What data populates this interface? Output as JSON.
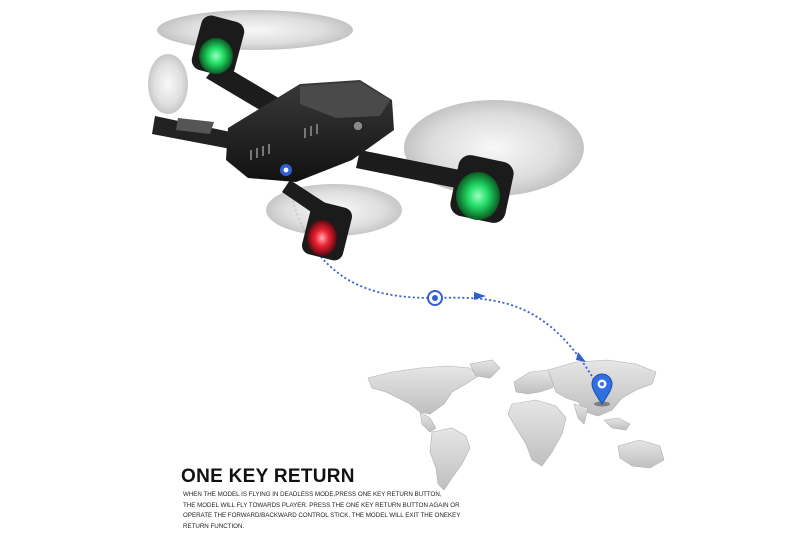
{
  "headline": "ONE KEY RETURN",
  "description_lines": [
    "WHEN THE MODEL IS FLYING IN DEADLESS MODE,PRESS ONE KEY RETURN BUTTON,",
    "THE MODEL WILL FLY TOWARDS PLAYER. PRESS THE ONE KEY RETURN BUTTON AGAIN OR",
    "OPERATE THE FORWARD/BACKWARD CONTROL STICK, THE MODEL WILL EXIT THE ONEKEY",
    "RETURN FUNCTION."
  ],
  "icons": {
    "drone": "drone-illustration",
    "path": "flight-path-dotted-line",
    "waypoint": "target-ring-icon",
    "destination": "location-pin-icon",
    "map": "world-map-illustration"
  },
  "colors": {
    "path": "#2f5fd0",
    "rotor_glow": "#22dd66",
    "tail_glow": "#ee2233",
    "drone_body": "#1a1a1a",
    "map": "#c9c9c9"
  }
}
